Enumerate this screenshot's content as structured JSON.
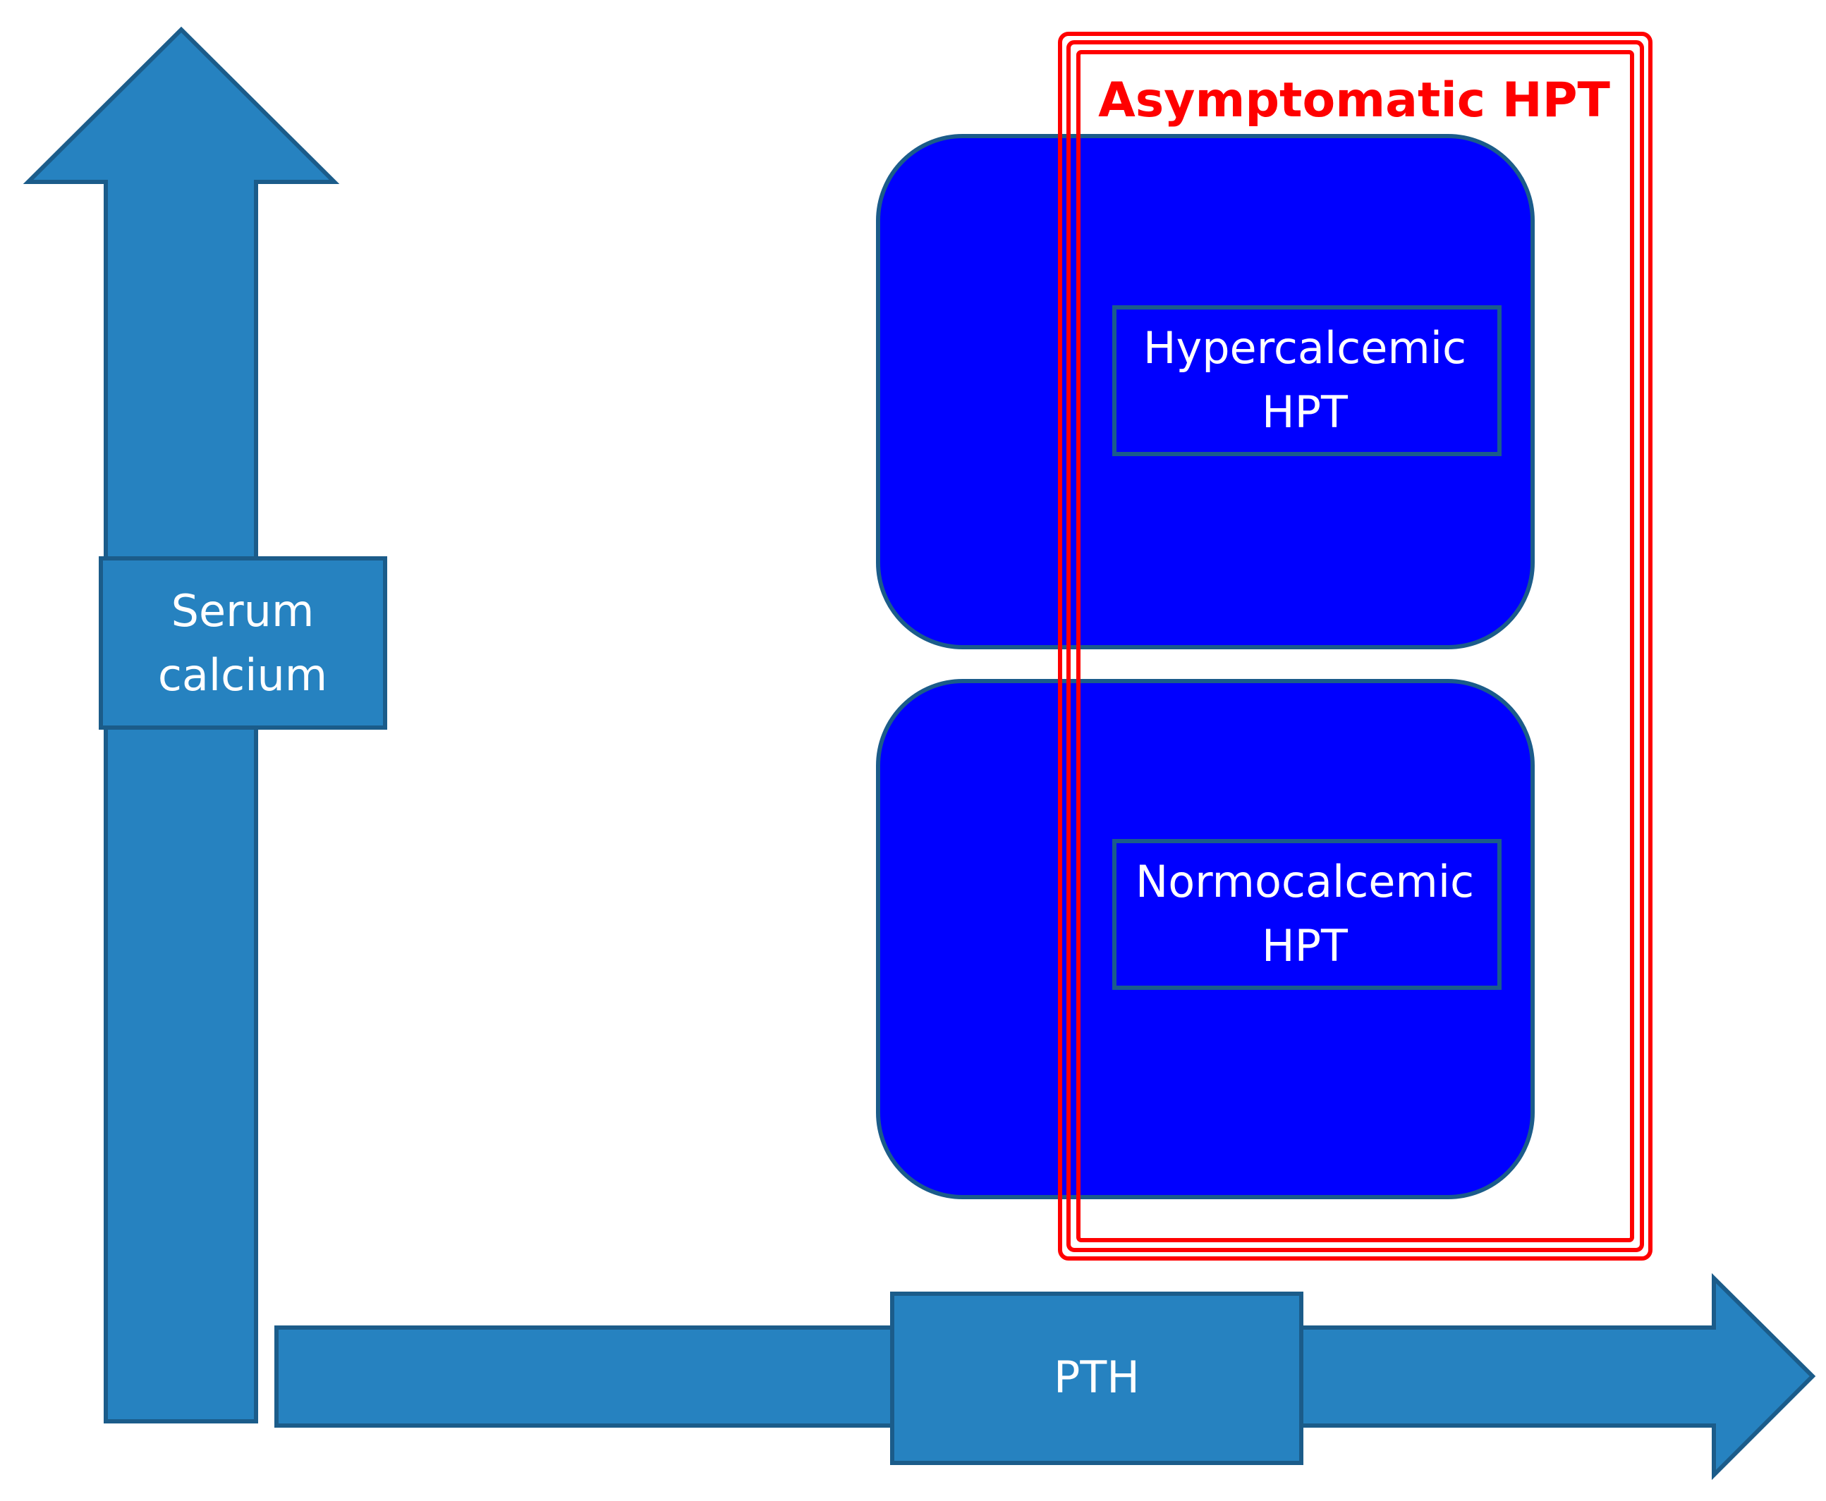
{
  "colors": {
    "axis_fill": "#2682c0",
    "axis_stroke": "#1b5c8a",
    "region_fill": "#0000ff",
    "region_stroke": "#1b5c8a",
    "highlight": "#ff0000",
    "text": "#ffffff"
  },
  "y_axis": {
    "label_line1": "Serum",
    "label_line2": "calcium"
  },
  "x_axis": {
    "label": "PTH"
  },
  "regions": [
    {
      "label_line1": "Hypercalcemic",
      "label_line2": "HPT"
    },
    {
      "label_line1": "Normocalcemic",
      "label_line2": "HPT"
    }
  ],
  "highlight_box": {
    "title": "Asymptomatic HPT"
  }
}
